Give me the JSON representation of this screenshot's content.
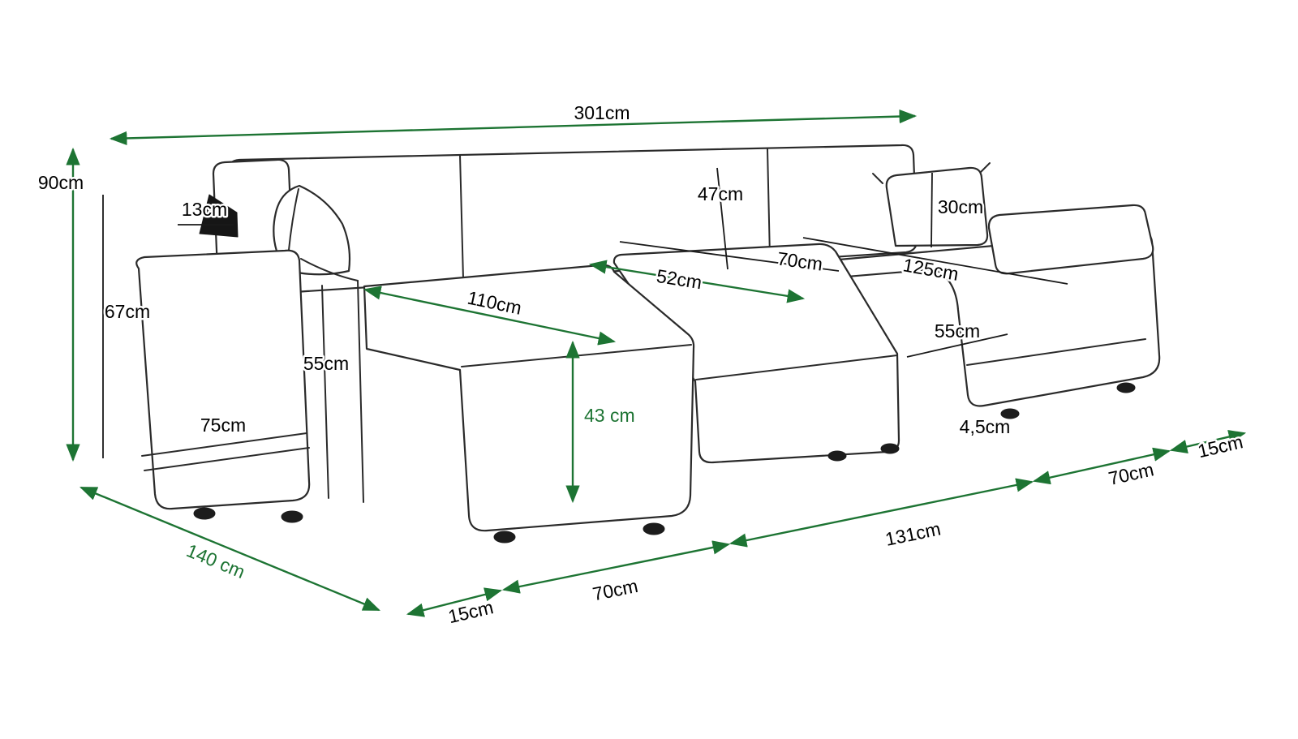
{
  "diagram": {
    "type": "furniture-dimension-diagram",
    "unit": "cm",
    "colors": {
      "dimension_green": "#1d7433",
      "label_black": "#000000",
      "outline_black": "#2a2a2a",
      "background": "#ffffff"
    },
    "labels": {
      "d301": "301cm",
      "d90": "90cm",
      "d67": "67cm",
      "d13": "13cm",
      "d47": "47cm",
      "d30": "30cm",
      "d110": "110cm",
      "d52": "52cm",
      "d70_mid": "70cm",
      "d125": "125cm",
      "d55_left": "55cm",
      "d55_right": "55cm",
      "d43": "43 cm",
      "d75": "75cm",
      "d45": "4,5cm",
      "d140": "140 cm",
      "d15_bottom_left": "15cm",
      "d70_bottom_left": "70cm",
      "d131": "131cm",
      "d70_bottom_right": "70cm",
      "d15_bottom_right": "15cm"
    }
  }
}
